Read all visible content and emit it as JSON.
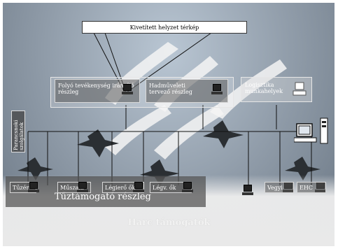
{
  "diagram": {
    "top_label": "Kivetített helyzet térkép",
    "nodes": {
      "current_ops": "Folyó tevékenység irányító\nrészleg",
      "ops_planning": "Hadműveleti\ntervező részleg",
      "logistics": "Logisztika\nmunkahelyek",
      "air_defense": "Parancsnoki\nszolgálatok",
      "fire": "Tűzér",
      "engineering": "Műszaki",
      "air_force": "Légierő ők",
      "air_defence_short": "Légv. ők",
      "signals": "Vegyi",
      "ehc": "EHC"
    },
    "group_fire_support": "Tűztámogató részleg",
    "group_combat_support": "Harc támogatók"
  }
}
